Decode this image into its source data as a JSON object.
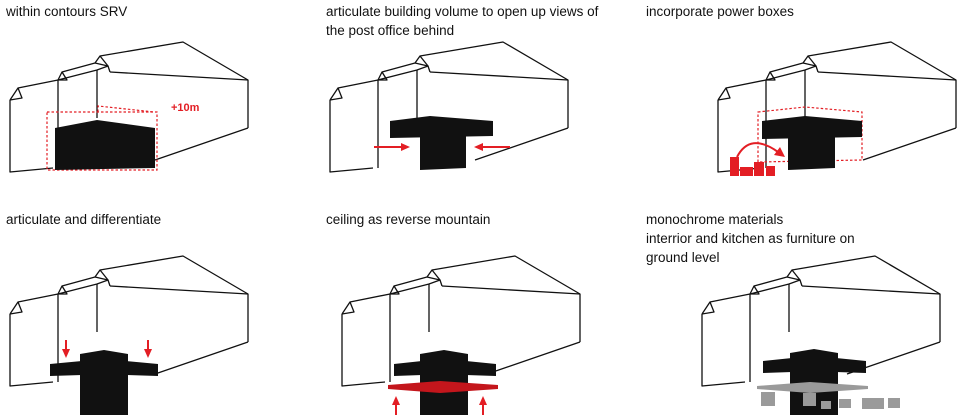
{
  "colors": {
    "accent": "#e31e24",
    "massing": "#111111",
    "materials": "#9a9a9a",
    "line": "#111111"
  },
  "panels": [
    {
      "caption": "within contours SRV",
      "annotation": "+10m"
    },
    {
      "caption": "articulate building volume to open up views of\nthe post office behind"
    },
    {
      "caption": "incorporate power boxes"
    },
    {
      "caption": "articulate and differentiate"
    },
    {
      "caption": "ceiling as reverse mountain"
    },
    {
      "caption": "monochrome materials\ninterrior and kitchen as furniture on\nground level"
    }
  ]
}
